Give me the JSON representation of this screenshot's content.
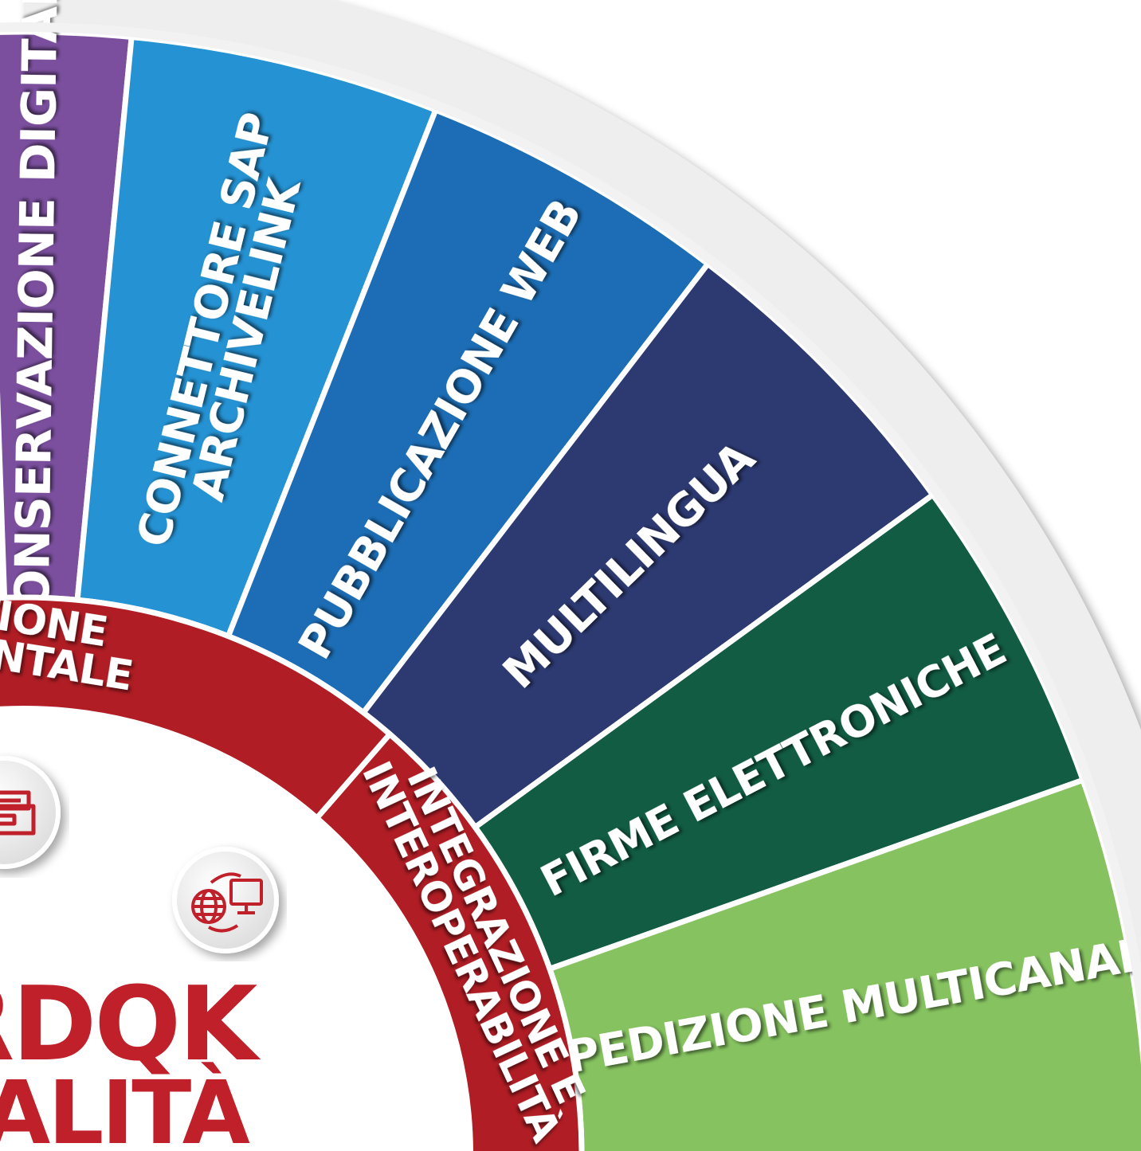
{
  "outer_segments": [
    {
      "id": "conservazione",
      "lines": [
        "CONSERVAZIONE DIGITALE"
      ],
      "color": "#7b4f9e"
    },
    {
      "id": "sap",
      "lines": [
        "CONNETTORE SAP",
        "ARCHIVELINK"
      ],
      "color": "#2592d3"
    },
    {
      "id": "web",
      "lines": [
        "PUBBLICAZIONE WEB"
      ],
      "color": "#1c6db5"
    },
    {
      "id": "multilingua",
      "lines": [
        "MULTILINGUA"
      ],
      "color": "#2d3a72"
    },
    {
      "id": "firme",
      "lines": [
        "FIRME ELETTRONICHE"
      ],
      "color": "#115c42"
    },
    {
      "id": "spedizione",
      "lines": [
        "SPEDIZIONE MULTICANALE"
      ],
      "color": "#86c360"
    }
  ],
  "inner_segments": [
    {
      "id": "gestione",
      "lines": [
        "TIONE",
        "ENTALE"
      ],
      "color": "#b01d24"
    },
    {
      "id": "integrazione",
      "lines": [
        "INTEGRAZIONE E",
        "INTEROPERABILITÀ"
      ],
      "color": "#b01d24"
    }
  ],
  "icons": [
    {
      "name": "archive-tray-icon"
    },
    {
      "name": "globe-computer-icon"
    }
  ],
  "brand": {
    "line1": "RDQK",
    "line2": "NALITÀ",
    "color": "#c0202a"
  }
}
